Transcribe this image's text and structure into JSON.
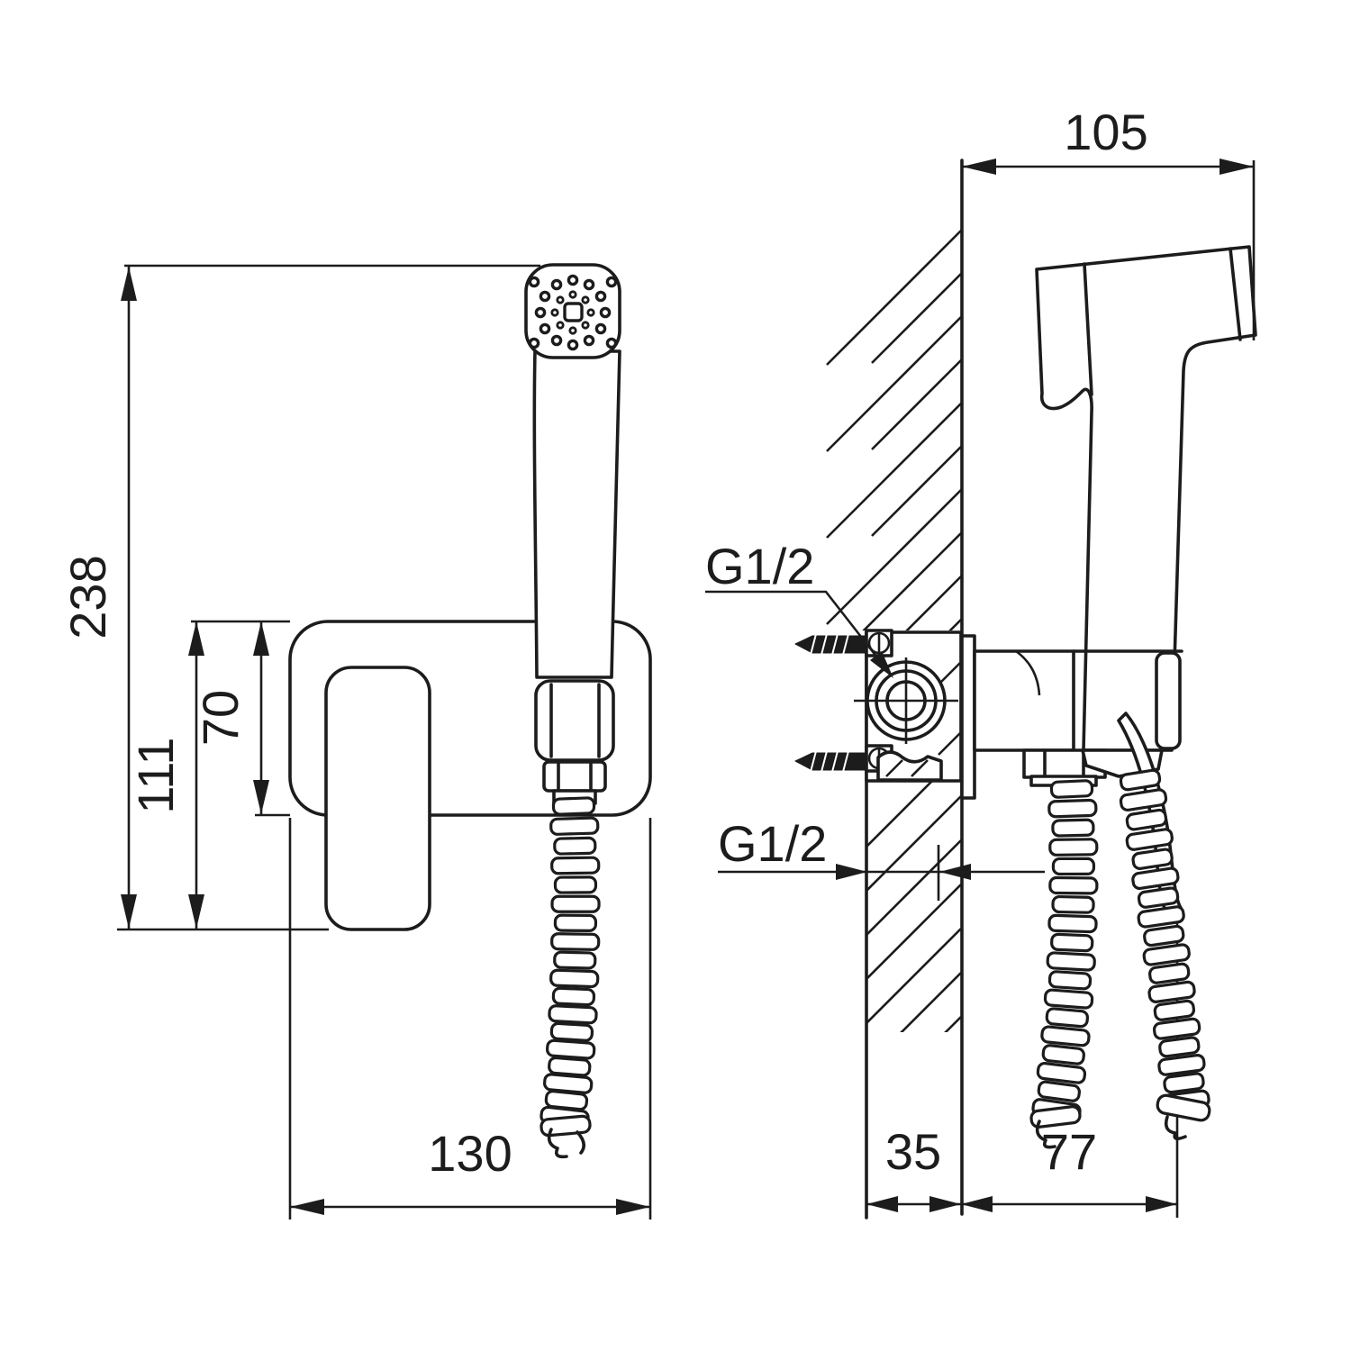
{
  "dimensions": {
    "total_height": "238",
    "mixer_offset_height": "111",
    "mixer_plate_height": "70",
    "mixer_plate_width": "130",
    "sprayer_depth": "105",
    "wall_thickness": "35",
    "body_projection": "77",
    "inlet_thread": "G1/2",
    "wall_thread": "G1/2"
  },
  "style": {
    "line_color": "#1c1c1c",
    "background": "#ffffff"
  }
}
